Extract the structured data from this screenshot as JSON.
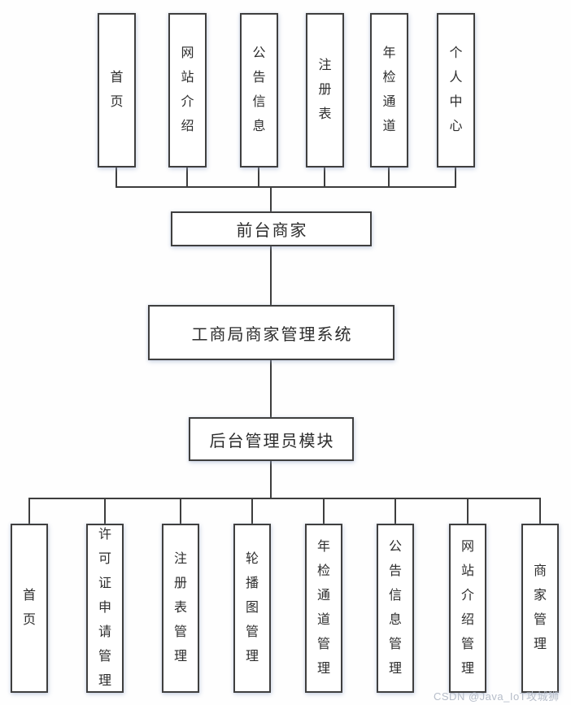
{
  "diagram": {
    "system": {
      "label": "工商局商家管理系统"
    },
    "frontend": {
      "label": "前台商家",
      "modules": [
        "首页",
        "网站介绍",
        "公告信息",
        "注册表",
        "年检通道",
        "个人中心"
      ]
    },
    "backend": {
      "label": "后台管理员模块",
      "modules": [
        "首页",
        "许可证申请管理",
        "注册表管理",
        "轮播图管理",
        "年检通道管理",
        "公告信息管理",
        "网站介绍管理",
        "商家管理"
      ]
    },
    "colors": {
      "line": "#3d3d3d",
      "border": "#3f3f3f",
      "text": "#2d2d2d",
      "box_fill": "#ffffff",
      "watermark": "#b6bdc9"
    }
  },
  "watermark": {
    "text": "CSDN @Java_IoT攻城狮"
  }
}
